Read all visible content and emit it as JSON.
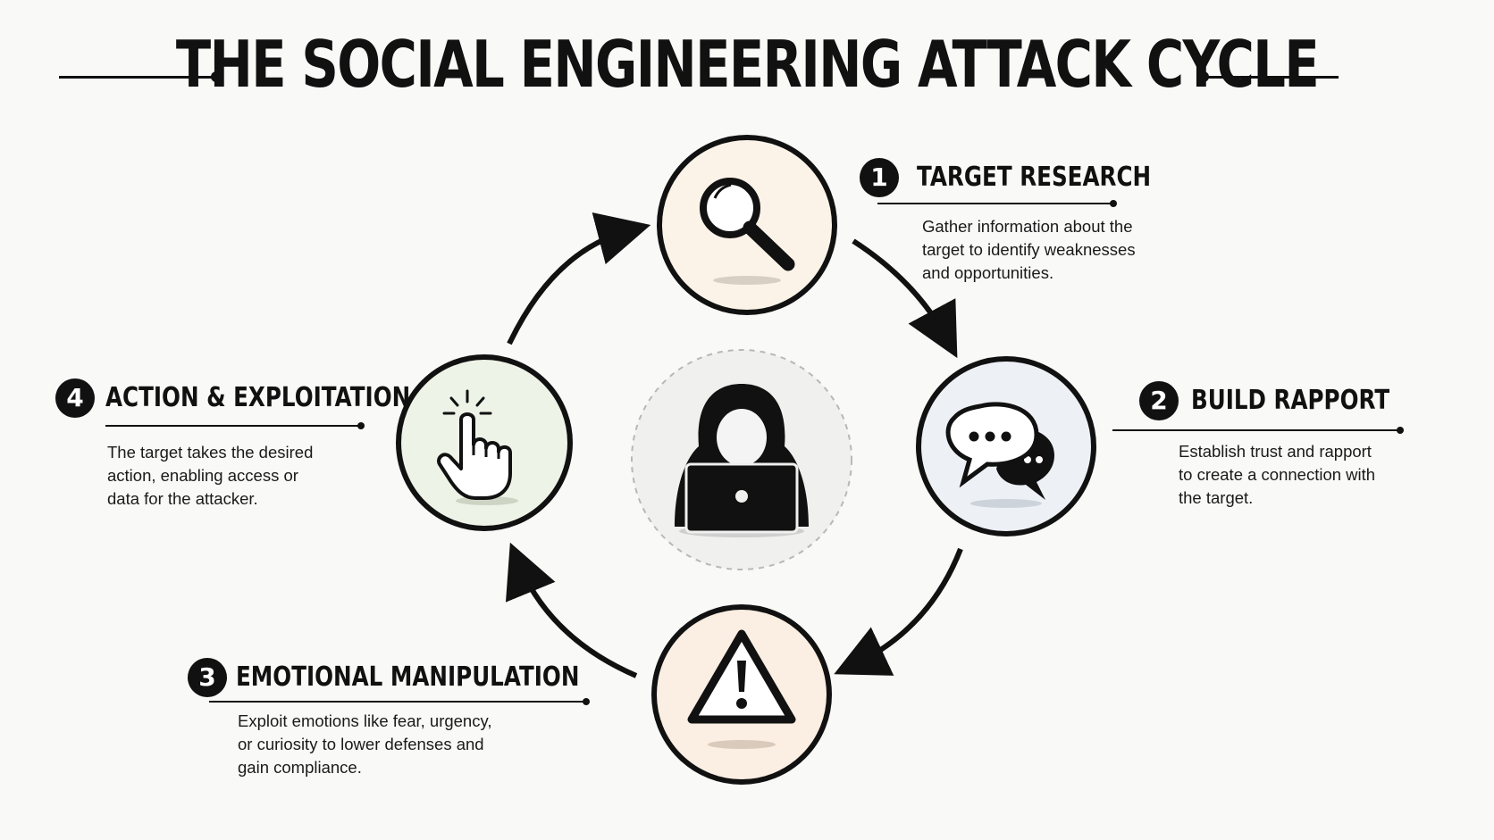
{
  "title": "THE SOCIAL ENGINEERING ATTACK CYCLE",
  "center": {
    "icon": "hooded-hacker-laptop-icon"
  },
  "steps": [
    {
      "number": "1",
      "title": "TARGET RESEARCH",
      "description_lines": [
        "Gather information about the",
        "target to identify weaknesses",
        "and opportunities."
      ],
      "icon": "magnifying-glass-icon",
      "tint": "#fbf3e8"
    },
    {
      "number": "2",
      "title": "BUILD RAPPORT",
      "description_lines": [
        "Establish trust and rapport",
        "to create a connection with",
        "the target."
      ],
      "icon": "chat-bubbles-icon",
      "tint": "#edf1f6"
    },
    {
      "number": "3",
      "title": "EMOTIONAL MANIPULATION",
      "description_lines": [
        "Exploit emotions like fear, urgency,",
        "or curiosity to lower defenses and",
        "gain compliance."
      ],
      "icon": "warning-triangle-icon",
      "tint": "#fbeee2"
    },
    {
      "number": "4",
      "title": "ACTION & EXPLOITATION",
      "description_lines": [
        "The target takes the desired",
        "action, enabling access or",
        "data for the attacker."
      ],
      "icon": "pointing-hand-click-icon",
      "tint": "#eef3e8"
    }
  ],
  "colors": {
    "background": "#f9f9f8",
    "ink": "#111111"
  }
}
